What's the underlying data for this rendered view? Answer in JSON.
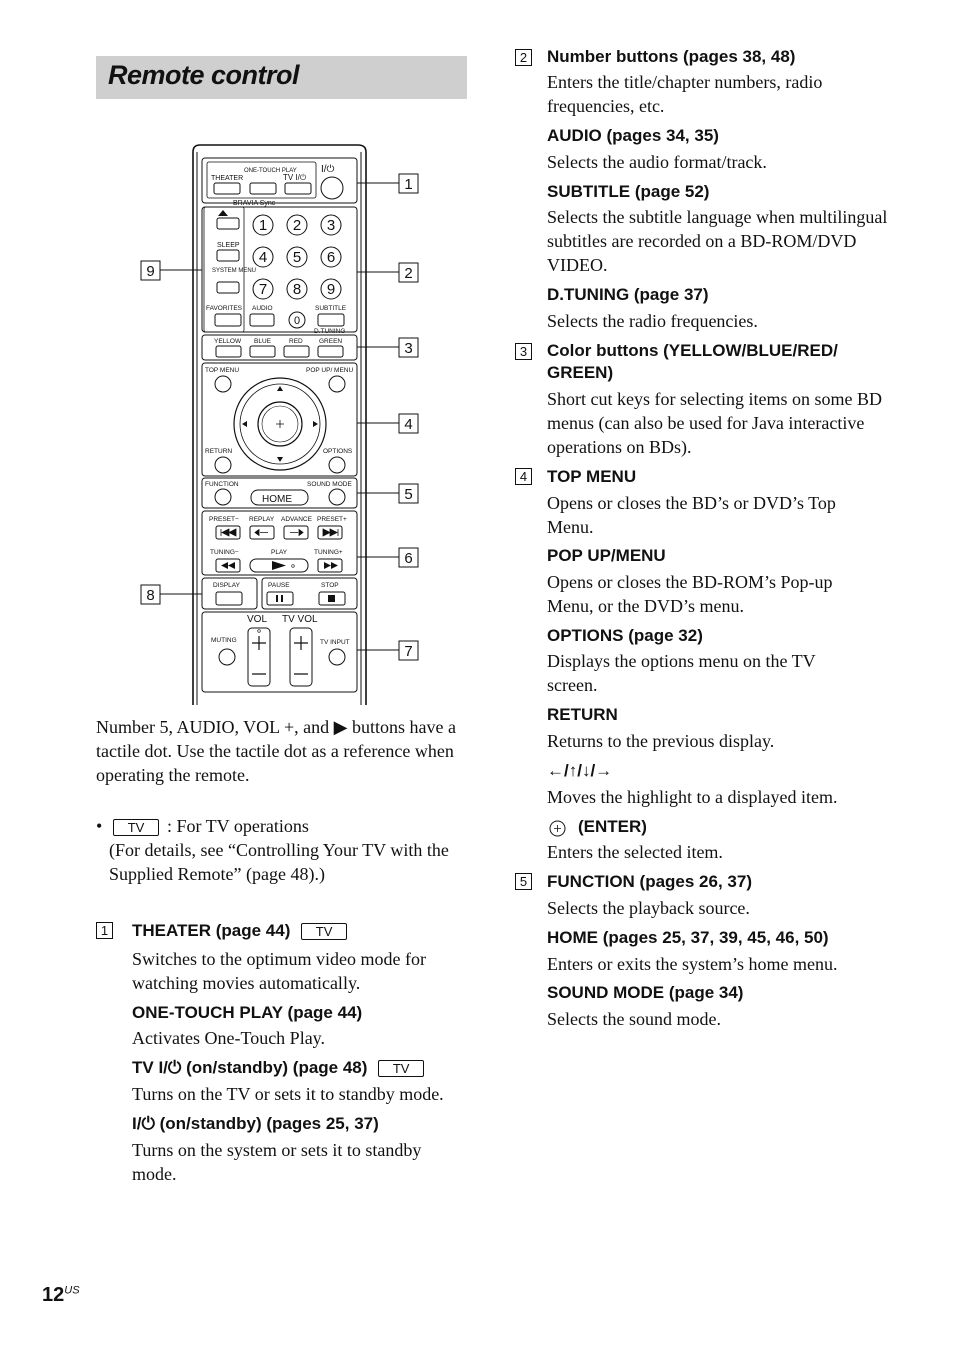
{
  "title": "Remote control",
  "remote": {
    "theater": "THEATER",
    "one_touch_play": "ONE-TOUCH PLAY",
    "tv_power": "TV I/⏻",
    "power": "I/⏻",
    "bravia_sync": "BRAVIA Sync",
    "sleep": "SLEEP",
    "system_menu": "SYSTEM MENU",
    "favorites": "FAVORITES",
    "audio": "AUDIO",
    "subtitle": "SUBTITLE",
    "d_tuning": "D.TUNING",
    "yellow": "YELLOW",
    "blue": "BLUE",
    "red": "RED",
    "green": "GREEN",
    "top_menu": "TOP MENU",
    "popup_menu": "POP UP/ MENU",
    "return": "RETURN",
    "options": "OPTIONS",
    "function": "FUNCTION",
    "home": "HOME",
    "sound_mode": "SOUND MODE",
    "preset_minus": "PRESET−",
    "replay": "REPLAY",
    "advance": "ADVANCE",
    "preset_plus": "PRESET+",
    "tuning_minus": "TUNING−",
    "play": "PLAY",
    "tuning_plus": "TUNING+",
    "display": "DISPLAY",
    "pause": "PAUSE",
    "stop": "STOP",
    "vol": "VOL",
    "tv_vol": "TV VOL",
    "muting": "MUTING",
    "tv_input": "TV INPUT",
    "digits": [
      "1",
      "2",
      "3",
      "4",
      "5",
      "6",
      "7",
      "8",
      "9",
      "0"
    ],
    "callouts": [
      "1",
      "2",
      "3",
      "4",
      "5",
      "6",
      "7",
      "8",
      "9"
    ]
  },
  "intro": {
    "tactile": "Number 5, AUDIO, VOL +, and ▶ buttons have a tactile dot. Use the tactile dot as a reference when operating the remote.",
    "bullet": "•",
    "tv_chip": "TV",
    "tv_note_1": ": For TV operations",
    "tv_note_2": "(For details, see “Controlling Your TV with the Supplied Remote” (page 48).)"
  },
  "left": {
    "n1": "1",
    "theater_head": "THEATER (page 44)",
    "theater_desc": "Switches to the optimum video mode for watching movies automatically.",
    "otp_head": "ONE-TOUCH PLAY (page 44)",
    "otp_desc": "Activates One-Touch Play.",
    "tvpower_head": "TV I/⏻ (on/standby) (page 48)",
    "tvpower_desc": "Turns on the TV or sets it to standby mode.",
    "power_head": "I/⏻ (on/standby) (pages 25, 37)",
    "power_desc": "Turns on the system or sets it to standby mode."
  },
  "right": {
    "n2": "2",
    "number_head": "Number buttons (pages 38, 48)",
    "number_desc": "Enters the title/chapter numbers, radio frequencies, etc.",
    "audio_head": "AUDIO (pages 34, 35)",
    "audio_desc": "Selects the audio format/track.",
    "subtitle_head": "SUBTITLE (page 52)",
    "subtitle_desc": "Selects the subtitle language when multilingual subtitles are recorded on a BD-ROM/DVD VIDEO.",
    "dtuning_head": "D.TUNING (page 37)",
    "dtuning_desc": "Selects the radio frequencies.",
    "n3": "3",
    "color_head": "Color buttons (YELLOW/BLUE/RED/ GREEN)",
    "color_desc": "Short cut keys for selecting items on some BD menus (can also be used for Java interactive operations on BDs).",
    "n4": "4",
    "topmenu_head": "TOP MENU",
    "topmenu_desc": "Opens or closes the BD’s or DVD’s Top Menu.",
    "popup_head": "POP UP/MENU",
    "popup_desc": "Opens or closes the BD-ROM’s Pop-up Menu, or the DVD’s menu.",
    "options_head": "OPTIONS (page 32)",
    "options_desc": "Displays the options menu on the TV screen.",
    "return_head": "RETURN",
    "return_desc": "Returns to the previous display.",
    "arrows_head": "←/↑/↓/→",
    "arrows_desc": "Moves the highlight to a displayed item.",
    "enter_head": "(ENTER)",
    "enter_desc": "Enters the selected item.",
    "n5": "5",
    "function_head": "FUNCTION (pages 26, 37)",
    "function_desc": "Selects the playback source.",
    "home_head": "HOME (pages 25, 37, 39, 45, 46, 50)",
    "home_desc": "Enters or exits the system’s home menu.",
    "soundmode_head": "SOUND MODE (page 34)",
    "soundmode_desc": "Selects the sound mode."
  },
  "page_number": "12",
  "page_suffix": "US"
}
